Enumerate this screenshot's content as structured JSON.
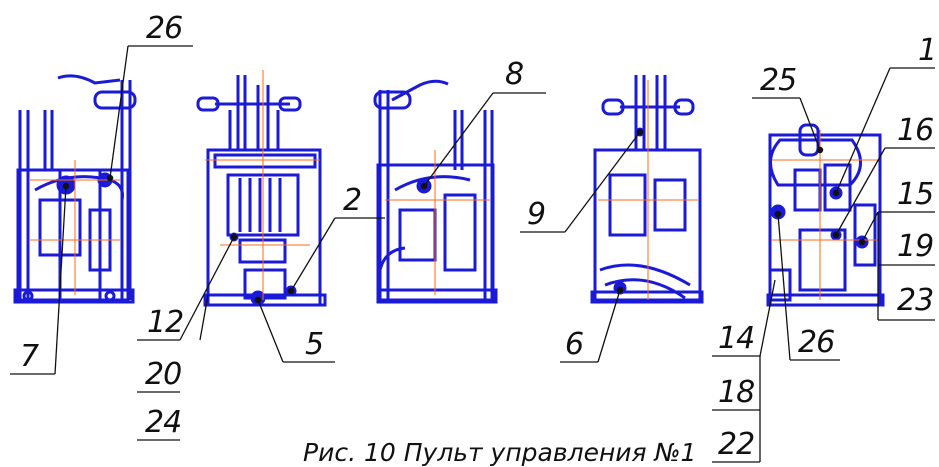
{
  "caption": "Рис. 10 Пульт управления №1",
  "callouts": {
    "c26a": "26",
    "c7": "7",
    "c12": "12",
    "c20": "20",
    "c24": "24",
    "c2": "2",
    "c5": "5",
    "c8": "8",
    "c9": "9",
    "c6": "6",
    "c25": "25",
    "c1": "1",
    "c16": "16",
    "c15": "15",
    "c19": "19",
    "c23": "23",
    "c14": "14",
    "c18": "18",
    "c22": "22",
    "c26b": "26"
  },
  "colors": {
    "drawing": "#1a1ad8",
    "accent": "#ff6a1a",
    "leader": "#111111"
  }
}
